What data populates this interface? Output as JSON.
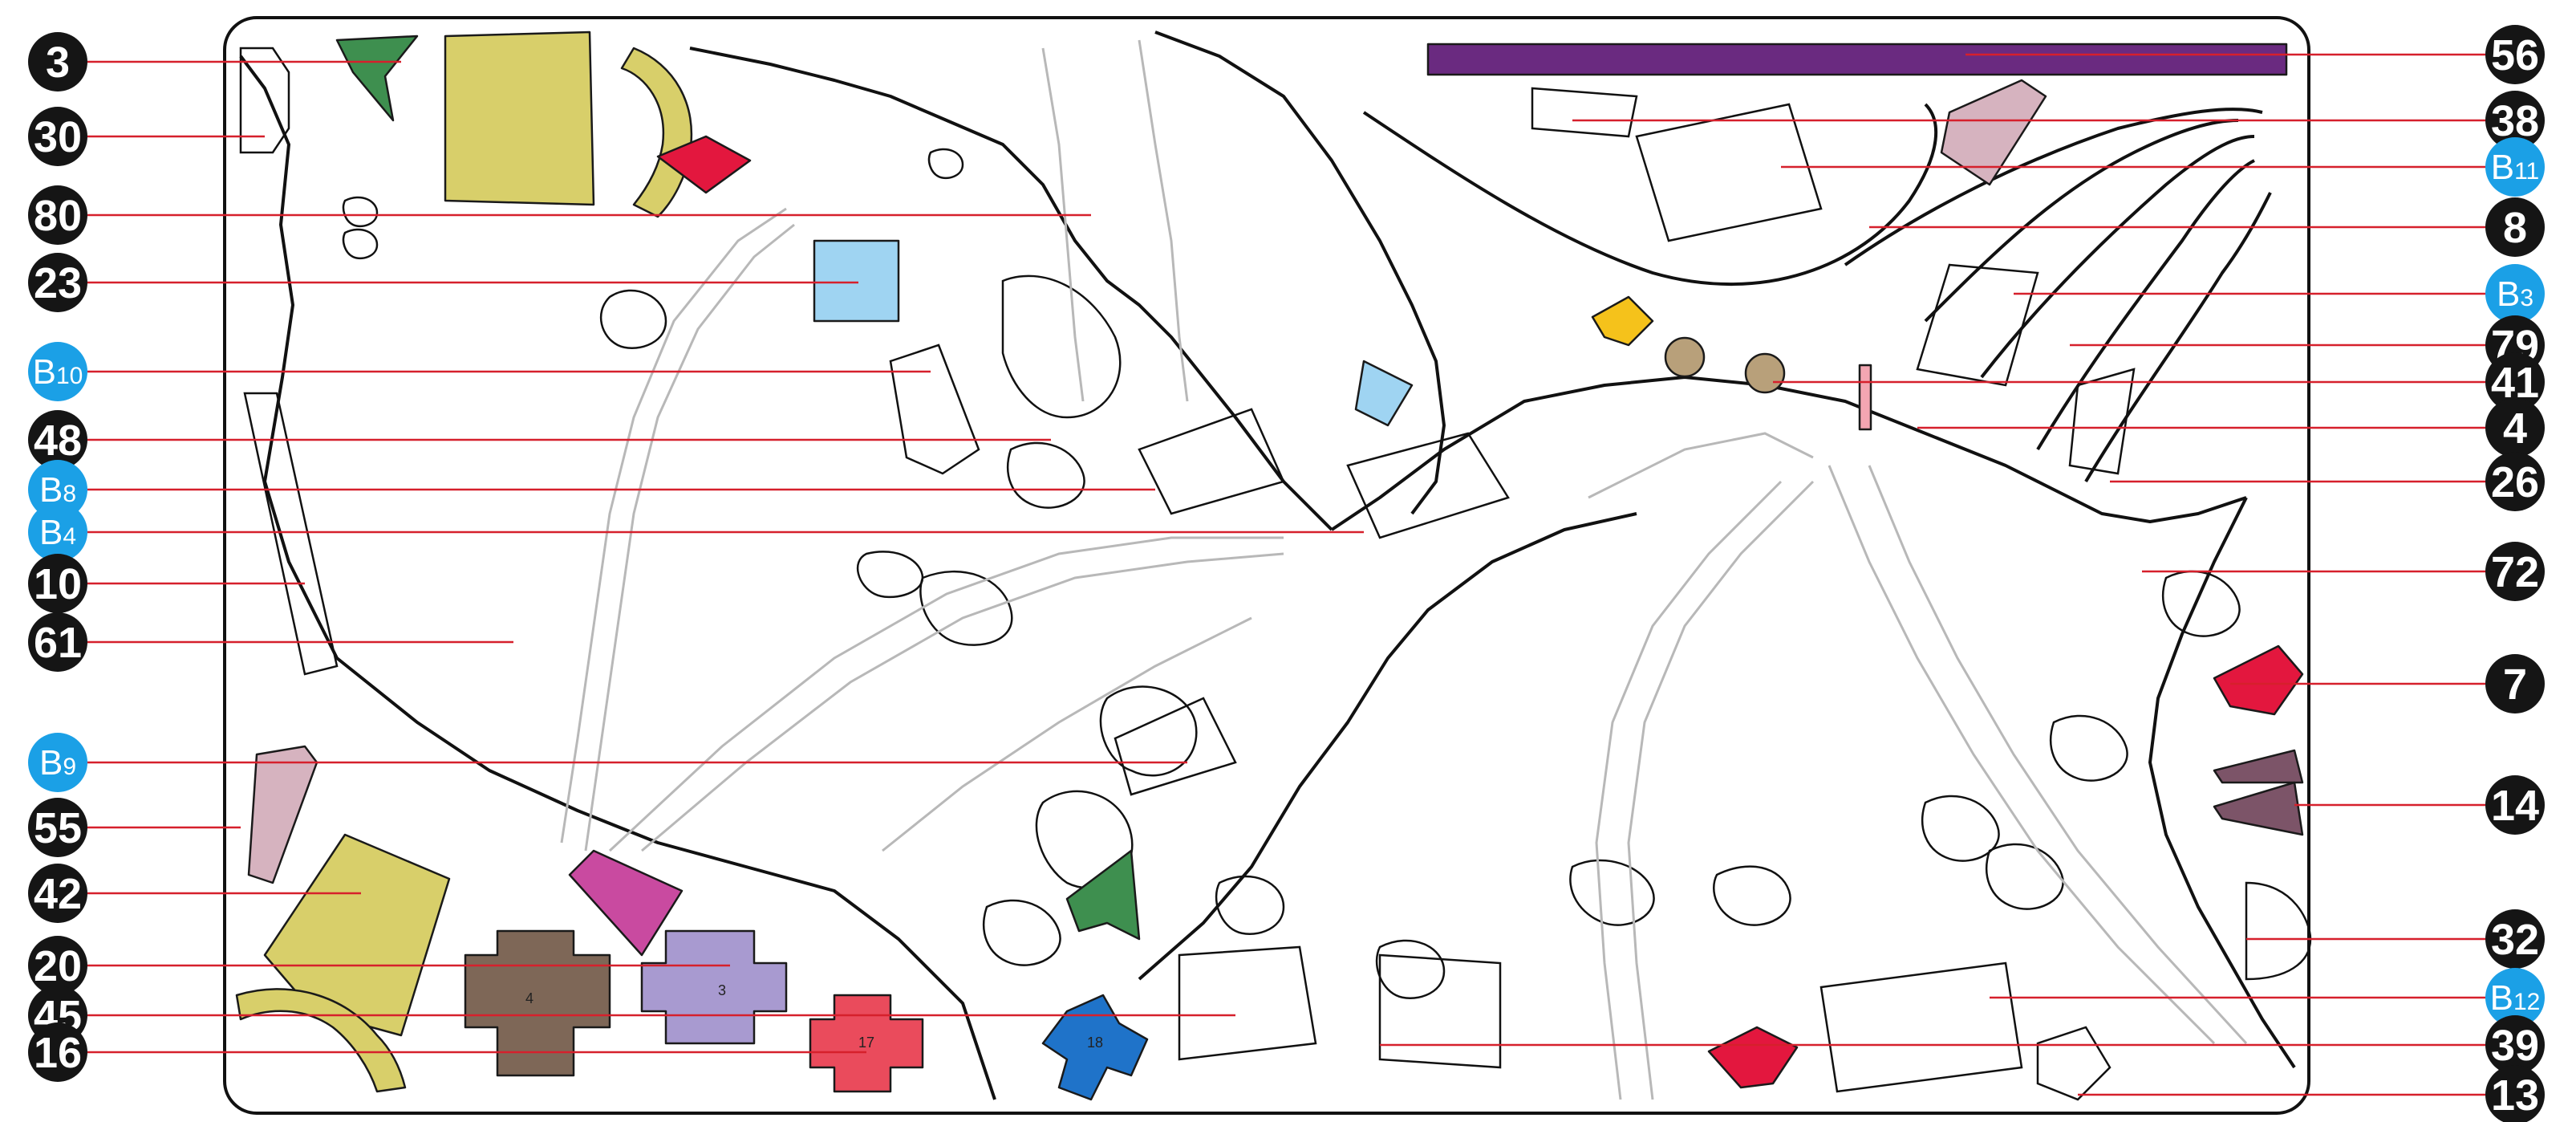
{
  "title": "",
  "colors": {
    "leader": "#d6202c",
    "number_badge": "#151515",
    "section_badge": "#1ba0e6",
    "purple": "#6a2a80",
    "khaki": "#d8cf6a",
    "red": "#e3173e",
    "green": "#3e8f4f",
    "light_blue": "#9fd4f2",
    "yellow": "#f5c21b",
    "brown": "#7e6757",
    "lavender": "#a89ad0",
    "pink_red": "#ea4b5c",
    "blue": "#1f73c9",
    "magenta": "#c94aa0",
    "mauve": "#d6b3bf",
    "tan": "#b8a07a",
    "dusty_purple": "#7c5468"
  },
  "left_labels": [
    {
      "kind": "num",
      "text": "3"
    },
    {
      "kind": "num",
      "text": "30"
    },
    {
      "kind": "num",
      "text": "80"
    },
    {
      "kind": "num",
      "text": "23"
    },
    {
      "kind": "b",
      "text": "B",
      "sub": "10"
    },
    {
      "kind": "num",
      "text": "48"
    },
    {
      "kind": "b",
      "text": "B",
      "sub": "8"
    },
    {
      "kind": "b",
      "text": "B",
      "sub": "4"
    },
    {
      "kind": "num",
      "text": "10"
    },
    {
      "kind": "num",
      "text": "61"
    },
    {
      "kind": "b",
      "text": "B",
      "sub": "9"
    },
    {
      "kind": "num",
      "text": "55"
    },
    {
      "kind": "num",
      "text": "42"
    },
    {
      "kind": "num",
      "text": "20"
    },
    {
      "kind": "num",
      "text": "45"
    },
    {
      "kind": "num",
      "text": "16"
    }
  ],
  "right_labels": [
    {
      "kind": "num",
      "text": "56"
    },
    {
      "kind": "num",
      "text": "38"
    },
    {
      "kind": "b",
      "text": "B",
      "sub": "11"
    },
    {
      "kind": "num",
      "text": "8"
    },
    {
      "kind": "b",
      "text": "B",
      "sub": "3"
    },
    {
      "kind": "num",
      "text": "79"
    },
    {
      "kind": "num",
      "text": "41"
    },
    {
      "kind": "num",
      "text": "4"
    },
    {
      "kind": "num",
      "text": "26"
    },
    {
      "kind": "num",
      "text": "72"
    },
    {
      "kind": "num",
      "text": "7"
    },
    {
      "kind": "num",
      "text": "14"
    },
    {
      "kind": "num",
      "text": "32"
    },
    {
      "kind": "b",
      "text": "B",
      "sub": "12"
    },
    {
      "kind": "num",
      "text": "39"
    },
    {
      "kind": "num",
      "text": "13"
    }
  ],
  "piece_numbers": {
    "p4": "4",
    "p3": "3",
    "p17": "17",
    "p18": "18"
  }
}
